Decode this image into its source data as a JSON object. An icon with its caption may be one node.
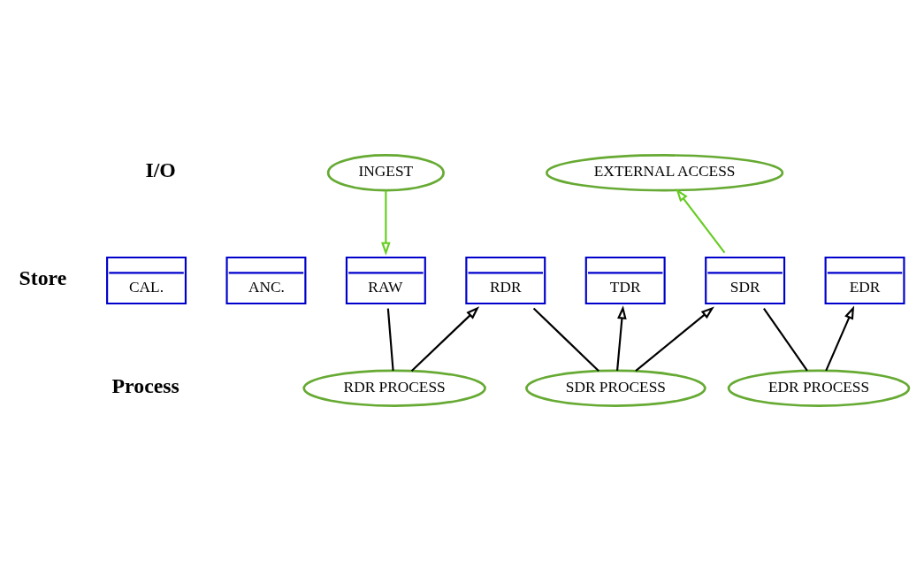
{
  "diagram": {
    "nodes": [
      {
        "text": [
          "INGEST"
        ]
      },
      {
        "text": [
          "EXTERNAL ACCESS"
        ]
      },
      {
        "text": [
          "CAL."
        ]
      },
      {
        "text": [
          "ANC."
        ]
      },
      {
        "text": [
          "RAW"
        ]
      },
      {
        "text": [
          "RDR"
        ]
      },
      {
        "text": [
          "TDR"
        ]
      },
      {
        "text": [
          "SDR"
        ]
      },
      {
        "text": [
          "EDR"
        ]
      },
      {
        "text": [
          "RDR PROCESS"
        ]
      },
      {
        "text": [
          "SDR PROCESS"
        ]
      },
      {
        "text": [
          "EDR PROCESS"
        ]
      }
    ],
    "edges": [
      {
        "from": 0,
        "to": 4,
        "arrow": "to",
        "color": "#66cc22"
      },
      {
        "from": 7,
        "to": 1,
        "arrow": "to",
        "color": "#66cc22"
      },
      {
        "from": 4,
        "to": 9,
        "arrow": "none"
      },
      {
        "from": 9,
        "to": 5,
        "arrow": "to"
      },
      {
        "from": 5,
        "to": 10,
        "arrow": "none"
      },
      {
        "from": 10,
        "to": 6,
        "arrow": "to"
      },
      {
        "from": 10,
        "to": 7,
        "arrow": "to"
      },
      {
        "from": 7,
        "to": 11,
        "arrow": "none"
      },
      {
        "from": 11,
        "to": 8,
        "arrow": "to"
      }
    ],
    "labels": [
      "I/O",
      "Store",
      "Process"
    ]
  }
}
